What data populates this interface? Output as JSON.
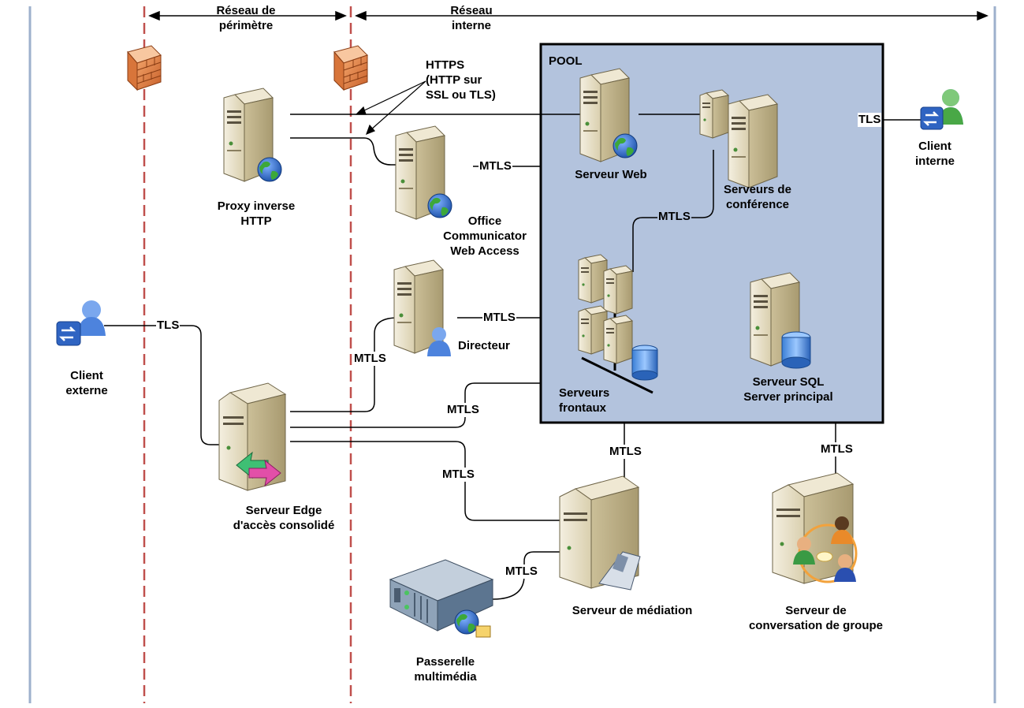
{
  "zones": {
    "perimeter": "Réseau de\npérimètre",
    "internal": "Réseau\ninterne"
  },
  "pool_label": "POOL",
  "https_note": "HTTPS\n(HTTP sur\nSSL ou TLS)",
  "nodes": {
    "proxy": "Proxy inverse\nHTTP",
    "ocwa": "Office\nCommunicator\nWeb Access",
    "web_server": "Serveur Web",
    "conf_servers": "Serveurs de\nconférence",
    "internal_client": "Client\ninterne",
    "director": "Directeur",
    "frontend": "Serveurs\nfrontaux",
    "sql": "Serveur SQL\nServer principal",
    "external_client": "Client\nexterne",
    "edge": "Serveur Edge\nd'accès consolidé",
    "mediation": "Serveur de médiation",
    "group_chat": "Serveur de\nconversation de groupe",
    "gateway": "Passerelle\nmultimédia"
  },
  "connections": {
    "tls_internal": "TLS",
    "tls_external": "TLS",
    "mtls_ocwa": "MTLS",
    "mtls_conf": "MTLS",
    "mtls_director": "MTLS",
    "mtls_director_edge": "MTLS",
    "mtls_edge_pool": "MTLS",
    "mtls_edge_mediation": "MTLS",
    "mtls_pool_mediation": "MTLS",
    "mtls_pool_groupchat": "MTLS",
    "mtls_gateway": "MTLS"
  },
  "colors": {
    "pool_fill": "#b3c3dd",
    "boundary_red": "#c0504d",
    "outer_border": "#9db0cc",
    "server_body": "#e6ddc2",
    "firewall": "#e08850"
  }
}
